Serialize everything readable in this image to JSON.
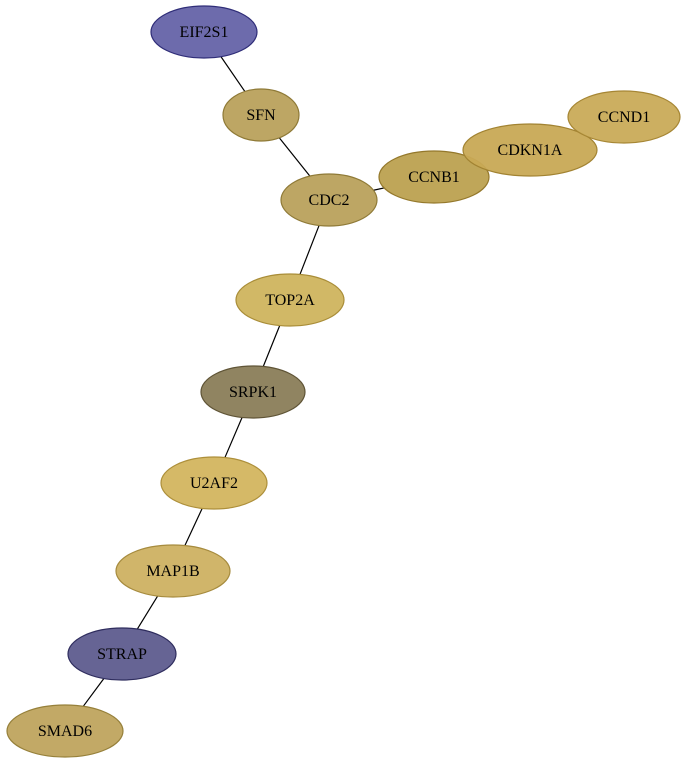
{
  "nodes": [
    {
      "id": "EIF2S1",
      "label": "EIF2S1",
      "fill": "#6563a8",
      "stroke": "#2f2d78"
    },
    {
      "id": "SFN",
      "label": "SFN",
      "fill": "#b9a15c",
      "stroke": "#8f7a37"
    },
    {
      "id": "CDC2",
      "label": "CDC2",
      "fill": "#b9a15c",
      "stroke": "#8f7a37"
    },
    {
      "id": "CCNB1",
      "label": "CCNB1",
      "fill": "#bca150",
      "stroke": "#94782b"
    },
    {
      "id": "CDKN1A",
      "label": "CDKN1A",
      "fill": "#c8a955",
      "stroke": "#a28332"
    },
    {
      "id": "CCND1",
      "label": "CCND1",
      "fill": "#c9ab59",
      "stroke": "#a68634"
    },
    {
      "id": "TOP2A",
      "label": "TOP2A",
      "fill": "#cfb45e",
      "stroke": "#a98d38"
    },
    {
      "id": "SRPK1",
      "label": "SRPK1",
      "fill": "#8a7d58",
      "stroke": "#5f5436"
    },
    {
      "id": "U2AF2",
      "label": "U2AF2",
      "fill": "#d3b55f",
      "stroke": "#ad8f3a"
    },
    {
      "id": "MAP1B",
      "label": "MAP1B",
      "fill": "#cdb162",
      "stroke": "#a68b3e"
    },
    {
      "id": "STRAP",
      "label": "STRAP",
      "fill": "#5e5c8e",
      "stroke": "#2f2d5e"
    },
    {
      "id": "SMAD6",
      "label": "SMAD6",
      "fill": "#bfa45e",
      "stroke": "#96803a"
    }
  ],
  "edges": [
    {
      "from": "EIF2S1",
      "to": "SFN"
    },
    {
      "from": "SFN",
      "to": "CDC2"
    },
    {
      "from": "CDC2",
      "to": "CCNB1"
    },
    {
      "from": "CDC2",
      "to": "TOP2A"
    },
    {
      "from": "TOP2A",
      "to": "SRPK1"
    },
    {
      "from": "SRPK1",
      "to": "U2AF2"
    },
    {
      "from": "U2AF2",
      "to": "MAP1B"
    },
    {
      "from": "MAP1B",
      "to": "STRAP"
    },
    {
      "from": "STRAP",
      "to": "SMAD6"
    }
  ]
}
